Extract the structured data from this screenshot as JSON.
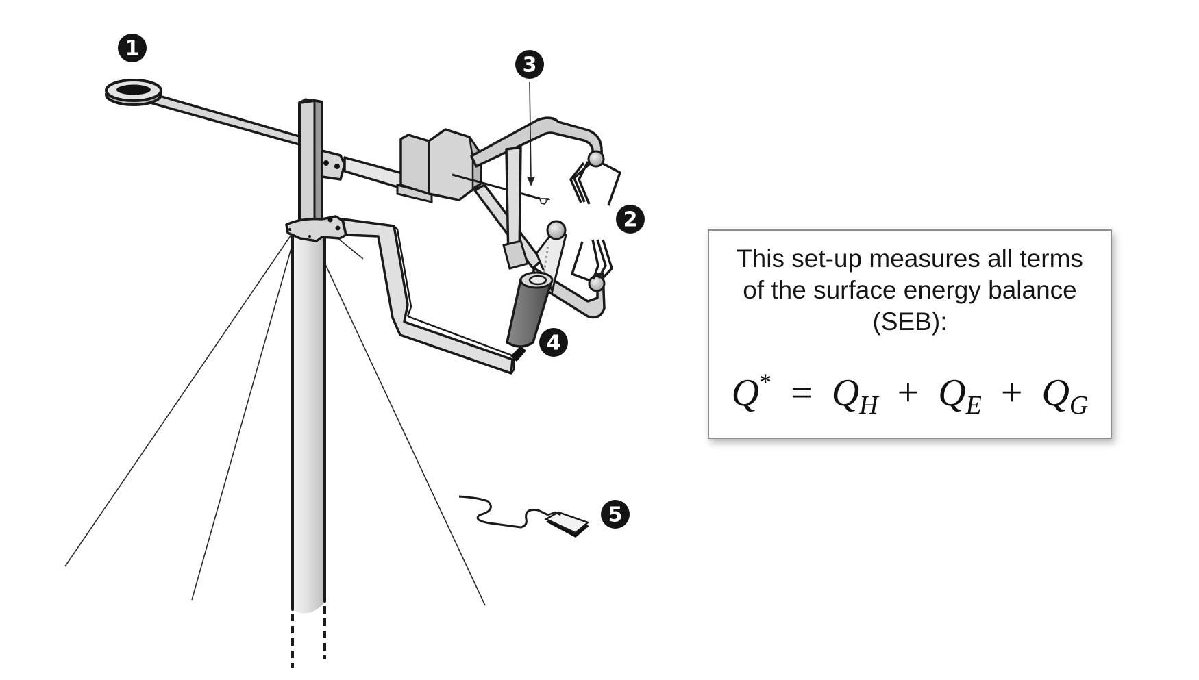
{
  "figure": {
    "title": "Surface energy balance measurement set-up",
    "markers": [
      {
        "id": 1,
        "label": "1"
      },
      {
        "id": 2,
        "label": "2"
      },
      {
        "id": 3,
        "label": "3"
      },
      {
        "id": 4,
        "label": "4"
      },
      {
        "id": 5,
        "label": "5"
      }
    ],
    "colors": {
      "outline": "#1a1a1a",
      "metal_fill": "#d6d6d6",
      "marker_fill": "#141414",
      "marker_text": "#ffffff"
    }
  },
  "info_box": {
    "lines": [
      "This set-up measures all terms",
      "of the surface energy balance",
      "(SEB):"
    ],
    "equation": {
      "lhs": {
        "symbol": "Q",
        "superscript": "*"
      },
      "equals": "=",
      "plus": "+",
      "terms": [
        {
          "symbol": "Q",
          "subscript": "H"
        },
        {
          "symbol": "Q",
          "subscript": "E"
        },
        {
          "symbol": "Q",
          "subscript": "G"
        }
      ]
    }
  }
}
